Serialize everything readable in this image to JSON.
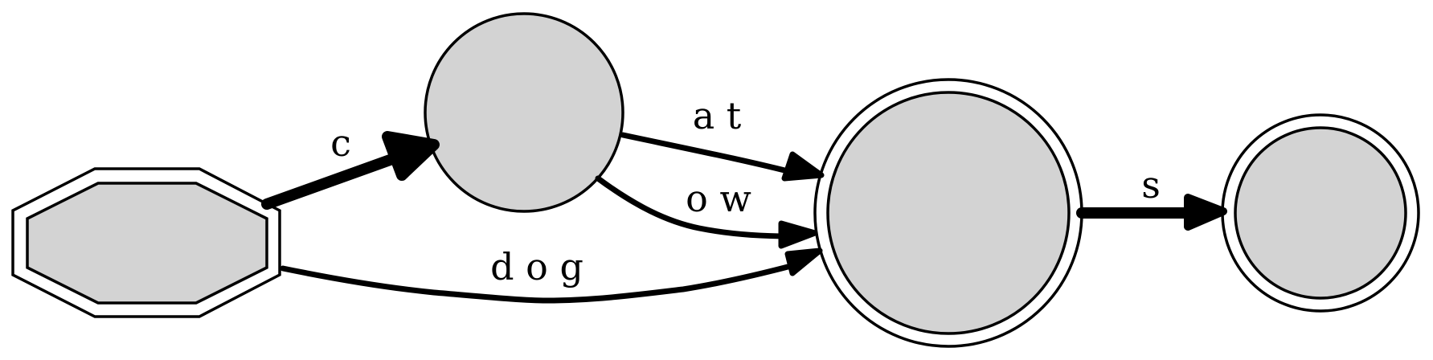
{
  "graph": {
    "colors": {
      "node_fill": "#d3d3d3",
      "stroke": "#000000",
      "background": "#ffffff"
    },
    "nodes": [
      {
        "id": "start",
        "shape": "double-octagon"
      },
      {
        "id": "s1",
        "shape": "circle"
      },
      {
        "id": "s2",
        "shape": "double-circle"
      },
      {
        "id": "s3",
        "shape": "double-circle"
      }
    ],
    "edges": [
      {
        "from": "start",
        "to": "s1",
        "label": "c"
      },
      {
        "from": "s1",
        "to": "s2",
        "label": "a t"
      },
      {
        "from": "s1",
        "to": "s2",
        "label": "o w"
      },
      {
        "from": "start",
        "to": "s2",
        "label": "d o g"
      },
      {
        "from": "s2",
        "to": "s3",
        "label": "s"
      }
    ]
  }
}
